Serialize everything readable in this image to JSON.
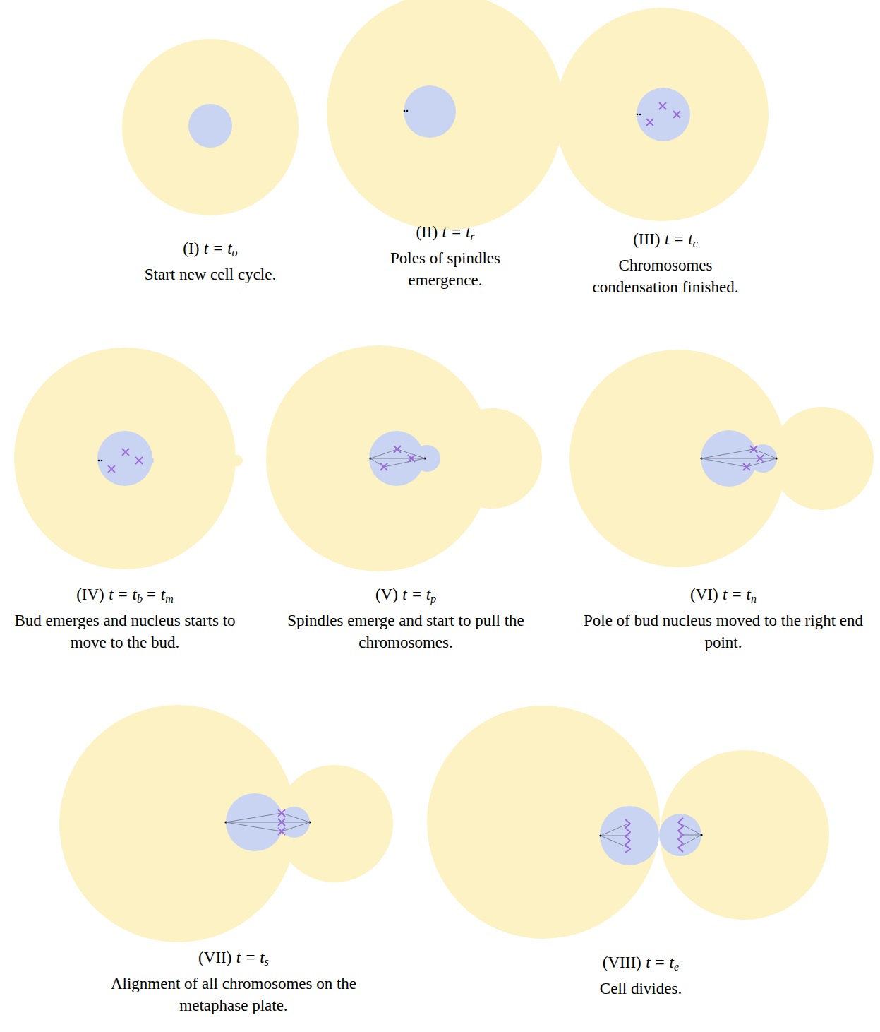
{
  "diagram": {
    "labels": [
      "(I)",
      "t = t",
      "o",
      "Start new cell cycle.",
      "(II)",
      "t = t",
      "r",
      "Poles of spindles emergence.",
      "(III)",
      "t = t",
      "c",
      "Chromosomes condensation finished.",
      "(IV)",
      "t = t",
      "b",
      "= t",
      "m",
      "Bud emerges and nucleus starts to move to the bud.",
      "(V)",
      "t = t",
      "p",
      "Spindles emerge and start to pull the chromosomes.",
      "(VI)",
      "t = t",
      "n",
      "Pole of bud nucleus moved to the right end point.",
      "(VII)",
      "t = t",
      "s",
      "Alignment of all chromosomes on the metaphase plate.",
      "(VIII)",
      "t = t",
      "e",
      "Cell divides."
    ]
  }
}
